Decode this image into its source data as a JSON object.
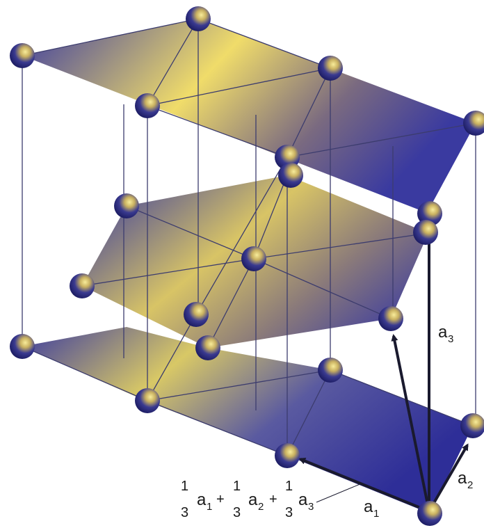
{
  "diagram": {
    "vector_labels": {
      "a1": {
        "main": "a",
        "sub": "1"
      },
      "a2": {
        "main": "a",
        "sub": "2"
      },
      "a3": {
        "main": "a",
        "sub": "3"
      }
    },
    "expression": {
      "frac_num": "1",
      "frac_den": "3",
      "terms": [
        {
          "main": "a",
          "sub": "1",
          "op": "+"
        },
        {
          "main": "a",
          "sub": "2",
          "op": "+"
        },
        {
          "main": "a",
          "sub": "3",
          "op": ""
        }
      ]
    },
    "colors": {
      "plane_blue": "#3a3aa0",
      "plane_gold": "#e8d460",
      "atom_dark": "#1e1e78",
      "atom_highlight": "#f4e27a",
      "edge": "#3c3c6e",
      "arrow": "#1a1a2e"
    }
  }
}
